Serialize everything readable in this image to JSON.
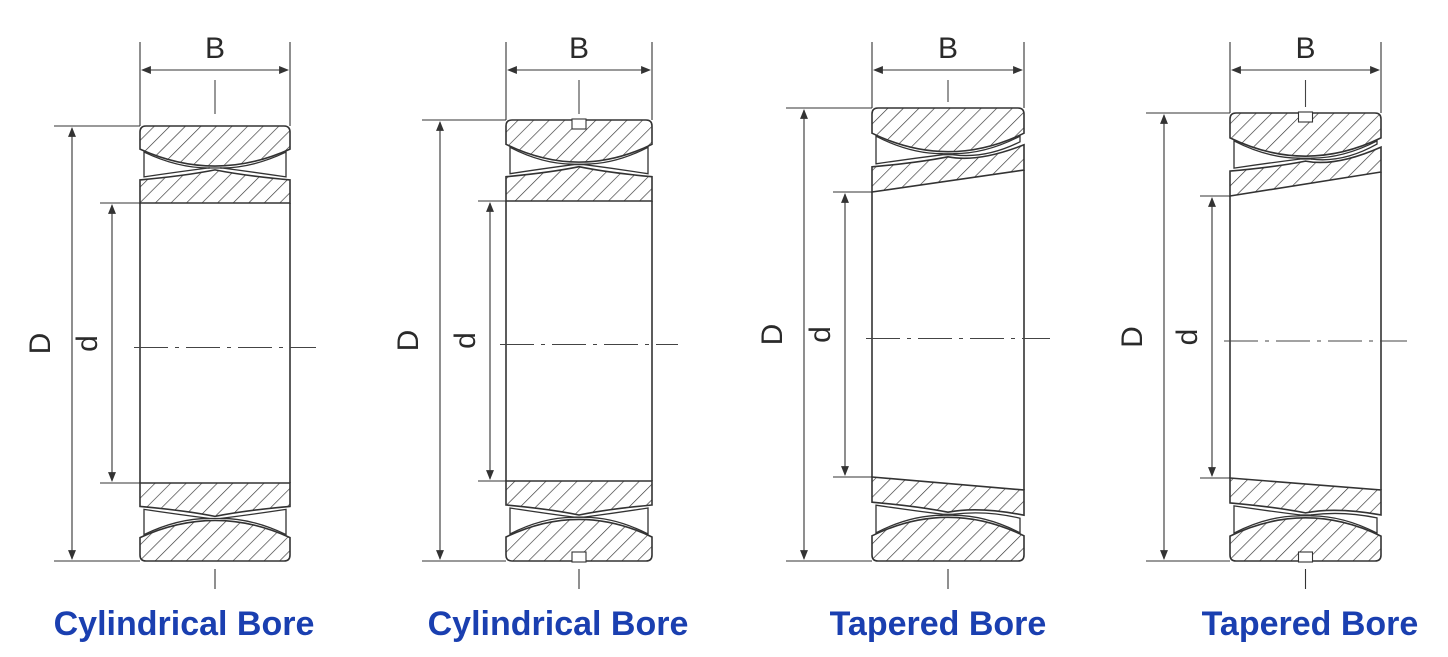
{
  "dimension_labels": {
    "width": "B",
    "outer_diameter": "D",
    "bore_diameter": "d"
  },
  "bearings": [
    {
      "caption": "Cylindrical Bore",
      "bore": "cylindrical",
      "groove": false
    },
    {
      "caption": "Cylindrical Bore",
      "bore": "cylindrical",
      "groove": true
    },
    {
      "caption": "Tapered Bore",
      "bore": "tapered",
      "groove": false
    },
    {
      "caption": "Tapered Bore",
      "bore": "tapered",
      "groove": true
    }
  ],
  "colors": {
    "caption": "#1a3fb0",
    "lines": "#333333"
  }
}
